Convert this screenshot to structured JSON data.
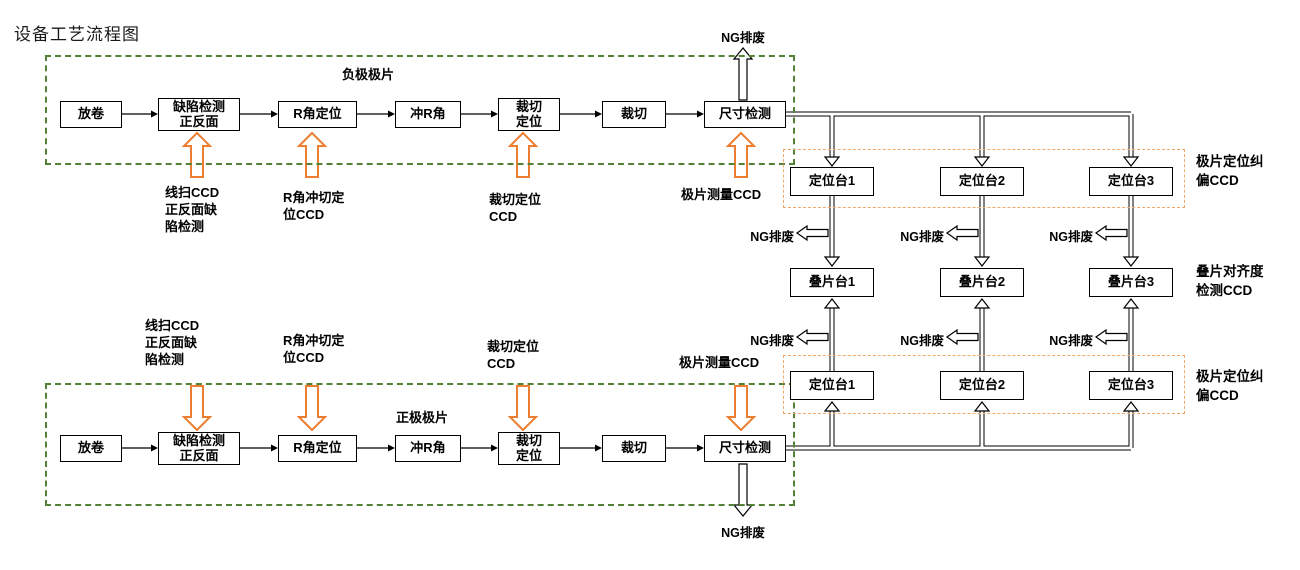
{
  "title": "设备工艺流程图",
  "labels": {
    "ng": "NG排废"
  },
  "colors": {
    "accent_orange": "#ED7D31",
    "green_dashed_box": "#538135",
    "orange_dashed_box": "#F0A868",
    "line": "#000000"
  },
  "negative_line": {
    "group_label": "负极极片",
    "nodes": [
      "放卷",
      "缺陷检测\n正反面",
      "R角定位",
      "冲R角",
      "裁切\n定位",
      "裁切",
      "尺寸检测"
    ],
    "ccd_annotations": [
      "线扫CCD\n正反面缺\n陷检测",
      "R角冲切定\n位CCD",
      "裁切定位\nCCD",
      "极片测量CCD"
    ]
  },
  "positive_line": {
    "group_label": "正极极片",
    "nodes": [
      "放卷",
      "缺陷检测\n正反面",
      "R角定位",
      "冲R角",
      "裁切\n定位",
      "裁切",
      "尺寸检测"
    ],
    "ccd_annotations": [
      "线扫CCD\n正反面缺\n陷检测",
      "R角冲切定\n位CCD",
      "裁切定位\nCCD",
      "极片测量CCD"
    ]
  },
  "stacking_area": {
    "upper_positioning": {
      "nodes": [
        "定位台1",
        "定位台2",
        "定位台3"
      ],
      "side_label": "极片定位纠\n偏CCD"
    },
    "stacking": {
      "nodes": [
        "叠片台1",
        "叠片台2",
        "叠片台3"
      ],
      "side_label": "叠片对齐度\n检测CCD"
    },
    "lower_positioning": {
      "nodes": [
        "定位台1",
        "定位台2",
        "定位台3"
      ],
      "side_label": "极片定位纠\n偏CCD"
    }
  }
}
